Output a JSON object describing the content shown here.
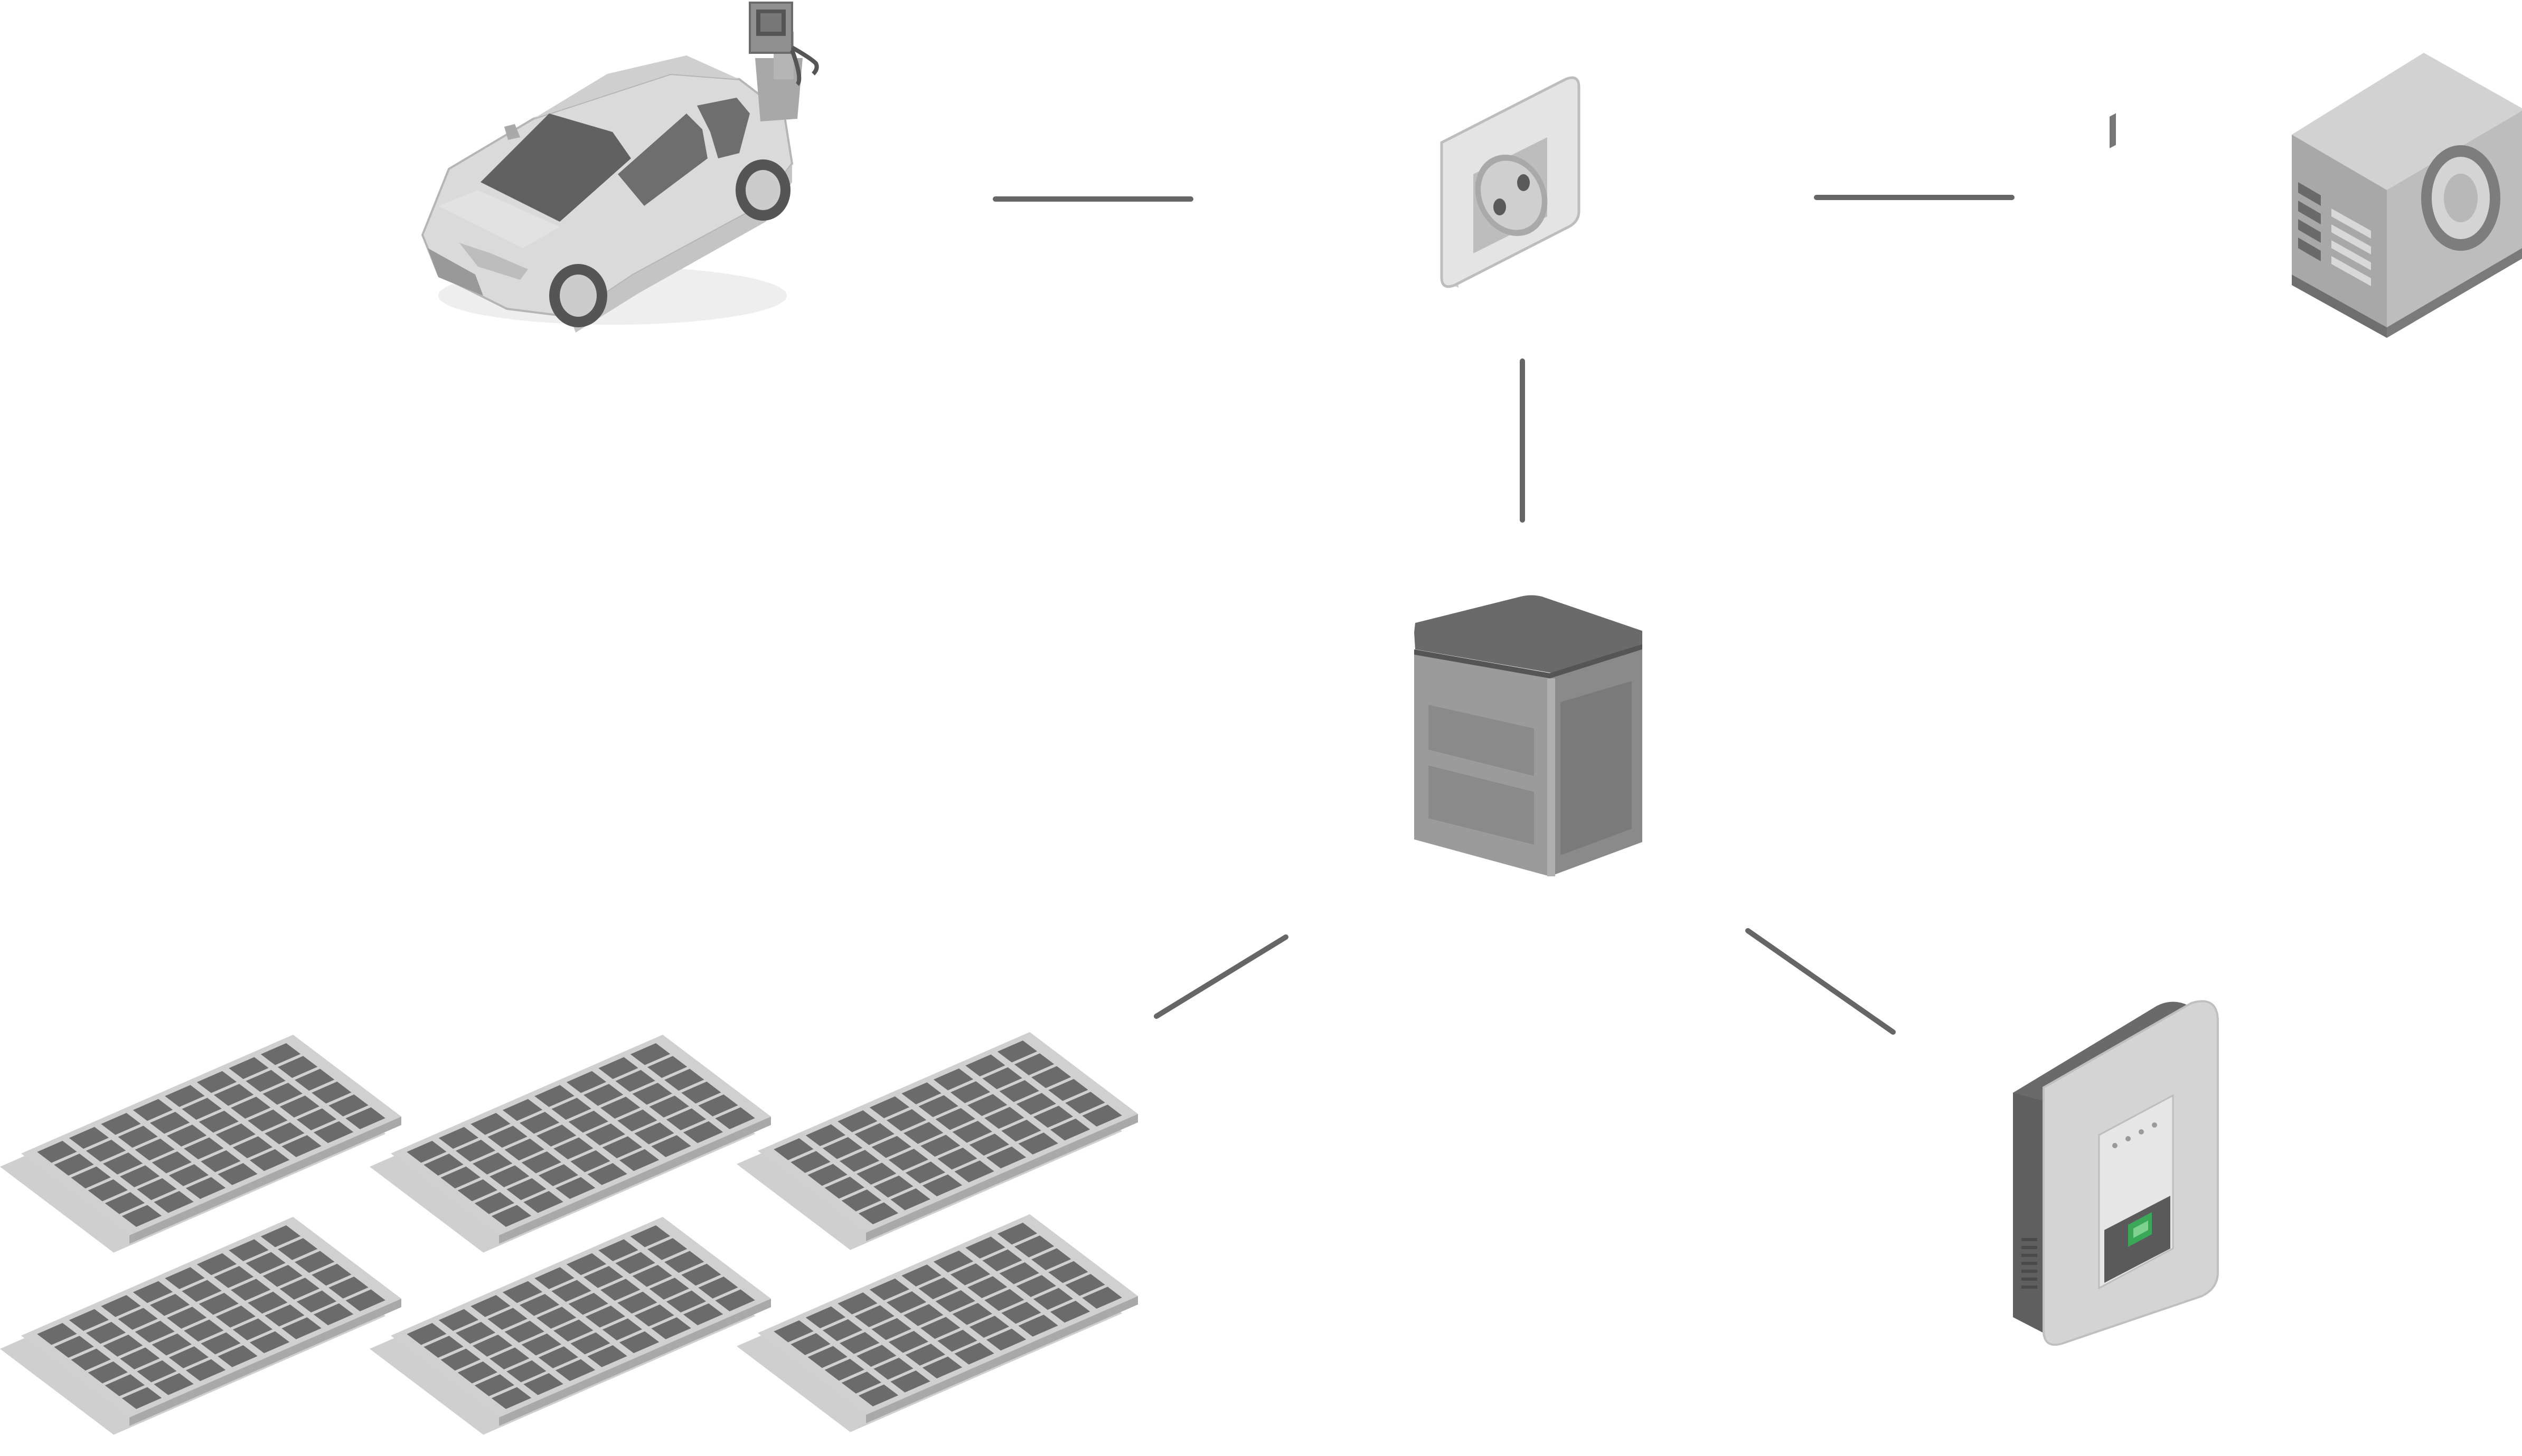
{
  "diagram": {
    "nodes": [
      {
        "id": "ev-car",
        "icon": "electric-car-icon"
      },
      {
        "id": "socket",
        "icon": "power-socket-icon"
      },
      {
        "id": "heat-pump",
        "icon": "heat-pump-icon"
      },
      {
        "id": "battery",
        "icon": "battery-storage-icon"
      },
      {
        "id": "solar",
        "icon": "solar-panels-icon"
      },
      {
        "id": "inverter",
        "icon": "inverter-icon"
      }
    ],
    "links": [
      {
        "from": "ev-car",
        "to": "socket"
      },
      {
        "from": "socket",
        "to": "heat-pump"
      },
      {
        "from": "socket",
        "to": "battery"
      },
      {
        "from": "battery",
        "to": "solar"
      },
      {
        "from": "battery",
        "to": "inverter"
      }
    ]
  },
  "colors": {
    "connector": "#666666",
    "panel_cell": "#6b6b6b",
    "panel_frame": "#d0d0d0",
    "light_body": "#dcdcdc",
    "mid_body": "#b8b8b8",
    "dark_body": "#5f5f5f",
    "display_green": "#3aa856"
  }
}
